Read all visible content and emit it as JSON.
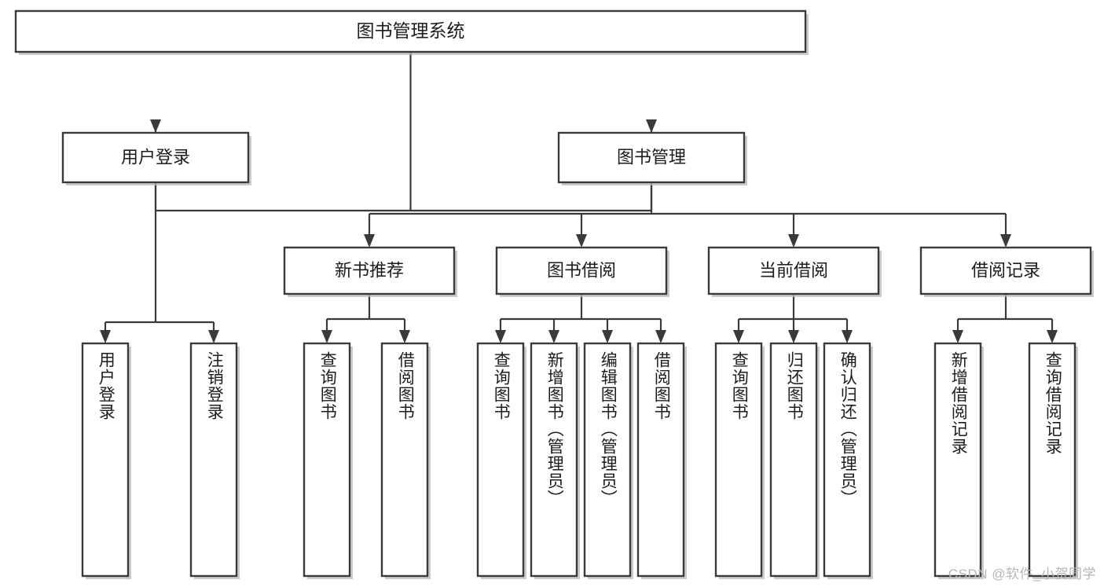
{
  "diagram": {
    "type": "tree",
    "title": "图书管理系统",
    "orientation": "top-down",
    "colors": {
      "box_stroke": "#3a3a3a",
      "box_fill": "#ffffff",
      "connector": "#3a3a3a",
      "text": "#1c1c1c",
      "watermark": "#b6b6b6",
      "background": "#ffffff"
    },
    "watermark": "CSDN @软件_小贺同学",
    "levels": {
      "root": {
        "label": "图书管理系统"
      },
      "level2": [
        {
          "id": "user-login",
          "label": "用户登录"
        },
        {
          "id": "book-manage",
          "label": "图书管理"
        }
      ],
      "level3": [
        {
          "id": "new-book-recommend",
          "label": "新书推荐",
          "parent": "book-manage"
        },
        {
          "id": "book-borrow",
          "label": "图书借阅",
          "parent": "book-manage"
        },
        {
          "id": "current-borrow",
          "label": "当前借阅",
          "parent": "book-manage"
        },
        {
          "id": "borrow-record",
          "label": "借阅记录",
          "parent": "book-manage"
        }
      ],
      "leaves": [
        {
          "id": "leaf-user-login",
          "label": "用户登录",
          "parent": "user-login"
        },
        {
          "id": "leaf-user-logout",
          "label": "注销登录",
          "parent": "user-login"
        },
        {
          "id": "leaf-query-book-1",
          "label": "查询图书",
          "parent": "new-book-recommend"
        },
        {
          "id": "leaf-borrow-book-1",
          "label": "借阅图书",
          "parent": "new-book-recommend"
        },
        {
          "id": "leaf-query-book-2",
          "label": "查询图书",
          "parent": "book-borrow"
        },
        {
          "id": "leaf-add-book",
          "label": "新增图书（管理员）",
          "parent": "book-borrow"
        },
        {
          "id": "leaf-edit-book",
          "label": "编辑图书（管理员）",
          "parent": "book-borrow"
        },
        {
          "id": "leaf-borrow-book-2",
          "label": "借阅图书",
          "parent": "book-borrow"
        },
        {
          "id": "leaf-query-book-3",
          "label": "查询图书",
          "parent": "current-borrow"
        },
        {
          "id": "leaf-return-book",
          "label": "归还图书",
          "parent": "current-borrow"
        },
        {
          "id": "leaf-confirm-return",
          "label": "确认归还（管理员）",
          "parent": "current-borrow"
        },
        {
          "id": "leaf-add-record",
          "label": "新增借阅记录",
          "parent": "borrow-record"
        },
        {
          "id": "leaf-query-record",
          "label": "查询借阅记录",
          "parent": "borrow-record"
        }
      ]
    }
  }
}
